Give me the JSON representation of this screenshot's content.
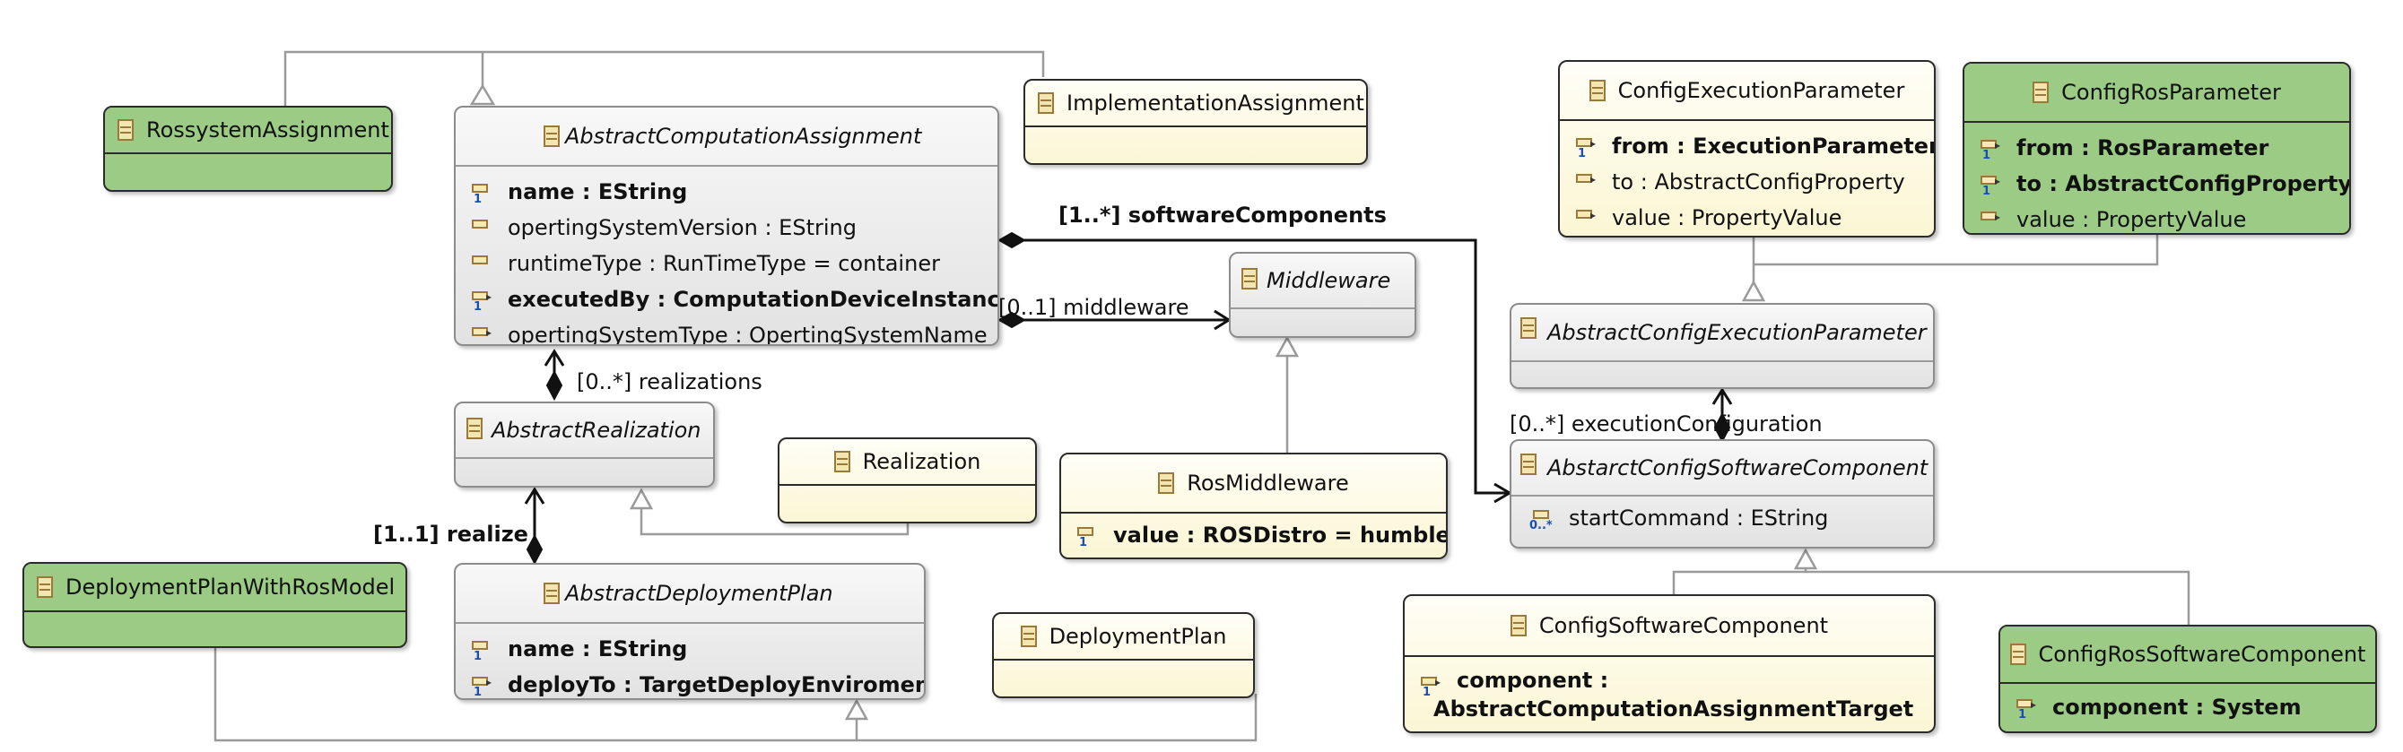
{
  "classes": {
    "rossystem_assignment": {
      "name": "RossystemAssignment"
    },
    "abstract_computation_assignment": {
      "name": "AbstractComputationAssignment",
      "attributes": [
        {
          "text": "name : EString",
          "mult": "1"
        },
        {
          "text": "opertingSystemVersion : EString",
          "mult": ""
        },
        {
          "text": "runtimeType : RunTimeType = container",
          "mult": ""
        },
        {
          "text": "executedBy : ComputationDeviceInstance",
          "mult": "1"
        },
        {
          "text": "opertingSystemType : OpertingSystemName",
          "mult": ""
        }
      ]
    },
    "implementation_assignment": {
      "name": "ImplementationAssignment"
    },
    "middleware": {
      "name": "Middleware"
    },
    "abstract_realization": {
      "name": "AbstractRealization"
    },
    "realization": {
      "name": "Realization"
    },
    "ros_middleware": {
      "name": "RosMiddleware",
      "attributes": [
        {
          "text": "value : ROSDistro = humble",
          "mult": "1"
        }
      ]
    },
    "deployment_plan_with_ros_model": {
      "name": "DeploymentPlanWithRosModel"
    },
    "abstract_deployment_plan": {
      "name": "AbstractDeploymentPlan",
      "attributes": [
        {
          "text": "name : EString",
          "mult": "1"
        },
        {
          "text": "deployTo : TargetDeployEnviroment",
          "mult": "1"
        }
      ]
    },
    "deployment_plan": {
      "name": "DeploymentPlan"
    },
    "config_execution_parameter": {
      "name": "ConfigExecutionParameter",
      "attributes": [
        {
          "text": "from : ExecutionParameter",
          "mult": "1"
        },
        {
          "text": "to : AbstractConfigProperty",
          "mult": ""
        },
        {
          "text": "value : PropertyValue",
          "mult": ""
        }
      ]
    },
    "config_ros_parameter": {
      "name": "ConfigRosParameter",
      "attributes": [
        {
          "text": "from : RosParameter",
          "mult": "1"
        },
        {
          "text": "to : AbstractConfigProperty",
          "mult": "1"
        },
        {
          "text": "value : PropertyValue",
          "mult": ""
        }
      ]
    },
    "abstract_config_execution_parameter": {
      "name": "AbstractConfigExecutionParameter"
    },
    "abstract_config_software_component": {
      "name": "AbstarctConfigSoftwareComponent",
      "attributes": [
        {
          "text": "startCommand : EString",
          "mult": "0..*"
        }
      ]
    },
    "config_software_component": {
      "name": "ConfigSoftwareComponent",
      "attributes": [
        {
          "line1": "component :",
          "line2": "AbstractComputationAssignmentTarget",
          "mult": "1"
        }
      ]
    },
    "config_ros_software_component": {
      "name": "ConfigRosSoftwareComponent",
      "attributes": [
        {
          "text": "component : System",
          "mult": "1"
        }
      ]
    }
  },
  "edge_labels": {
    "software_components": "[1..*] softwareComponents",
    "middleware": "[0..1] middleware",
    "realizations": "[0..*] realizations",
    "realize": "[1..1] realize",
    "execution_configuration": "[0..*] executionConfiguration"
  },
  "colors": {
    "concrete_fill": "#fbf6d4",
    "abstract_fill": "#e8e8e8",
    "ros_fill": "#9ccb86",
    "edge": "#999999",
    "association": "#111111"
  }
}
